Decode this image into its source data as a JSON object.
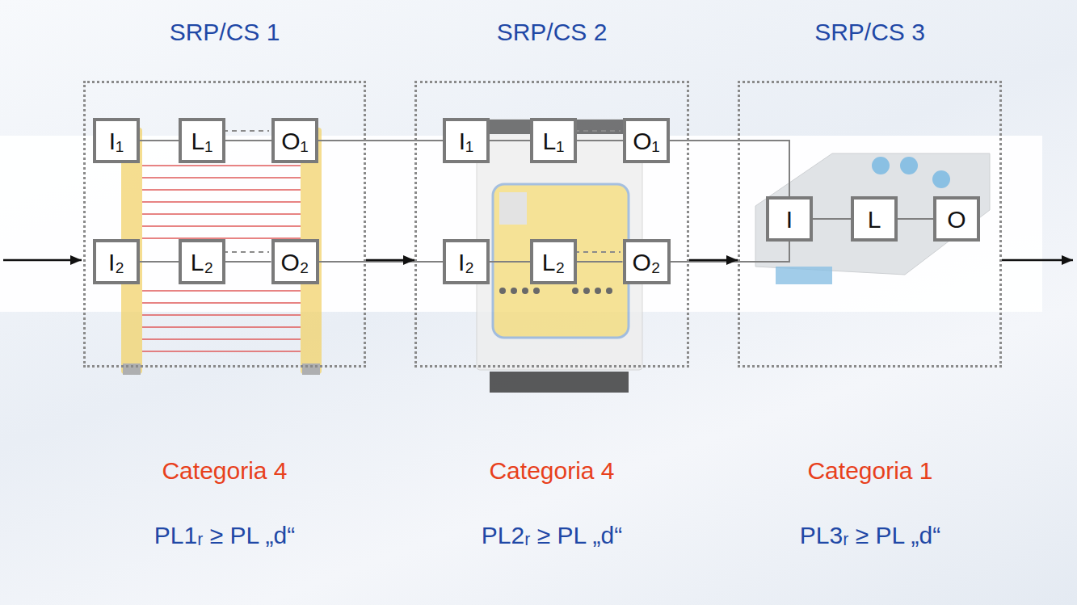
{
  "diagram": {
    "nodes": [
      {
        "text": [
          "SRP/CS 1"
        ]
      },
      {
        "text": [
          "I₁"
        ],
        "in": 0
      },
      {
        "text": [
          "L₁"
        ],
        "in": 0
      },
      {
        "text": [
          "O₁"
        ],
        "in": 0
      },
      {
        "text": [
          "I₂"
        ],
        "in": 0
      },
      {
        "text": [
          "L₂"
        ],
        "in": 0
      },
      {
        "text": [
          "O₂"
        ],
        "in": 0
      },
      {
        "text": [
          "SRP/CS 2"
        ]
      },
      {
        "text": [
          "I₁"
        ],
        "in": 7
      },
      {
        "text": [
          "L₁"
        ],
        "in": 7
      },
      {
        "text": [
          "O₁"
        ],
        "in": 7
      },
      {
        "text": [
          "I₂"
        ],
        "in": 7
      },
      {
        "text": [
          "L₂"
        ],
        "in": 7
      },
      {
        "text": [
          "O₂"
        ],
        "in": 7
      },
      {
        "text": [
          "SRP/CS 3"
        ]
      },
      {
        "text": [
          "I"
        ],
        "in": 14
      },
      {
        "text": [
          "L"
        ],
        "in": 14
      },
      {
        "text": [
          "O"
        ],
        "in": 14
      }
    ],
    "edges": [
      {
        "from": 1,
        "to": 2,
        "arrow": "none"
      },
      {
        "from": 2,
        "to": 3,
        "arrow": "none"
      },
      {
        "from": 4,
        "to": 5,
        "arrow": "none"
      },
      {
        "from": 5,
        "to": 6,
        "arrow": "none"
      },
      {
        "from": 3,
        "to": 8,
        "arrow": "none"
      },
      {
        "from": 6,
        "to": 11,
        "arrow": "none"
      },
      {
        "from": 8,
        "to": 9,
        "arrow": "none"
      },
      {
        "from": 9,
        "to": 10,
        "arrow": "none"
      },
      {
        "from": 11,
        "to": 12,
        "arrow": "none"
      },
      {
        "from": 12,
        "to": 13,
        "arrow": "none"
      },
      {
        "from": 10,
        "to": 15,
        "arrow": "none"
      },
      {
        "from": 13,
        "to": 15,
        "arrow": "none"
      },
      {
        "from": 15,
        "to": 16,
        "arrow": "none"
      },
      {
        "from": 16,
        "to": 17,
        "arrow": "none"
      },
      {
        "from": 0,
        "to": 7,
        "arrow": "to"
      },
      {
        "from": 7,
        "to": 14,
        "arrow": "to"
      }
    ],
    "labels": [
      "Categoria 4",
      "Categoria 4",
      "Categoria 1",
      "PL1ᵣ ≥ PL „d“",
      "PL2ᵣ ≥ PL „d“",
      "PL3ᵣ ≥ PL „d“"
    ]
  }
}
